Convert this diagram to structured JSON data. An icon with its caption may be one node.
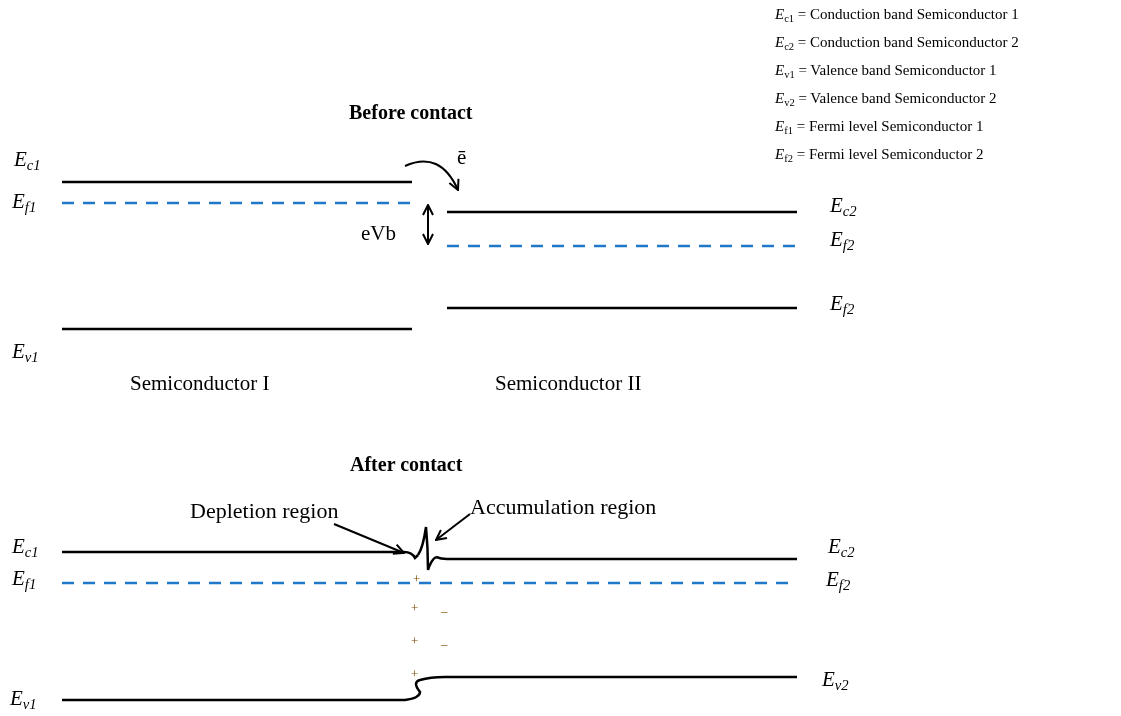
{
  "diagram": {
    "nodes": [
      {
        "text": [
          "Depletion region"
        ]
      },
      {
        "text": [
          "Accumulation region"
        ]
      },
      {
        "text": [],
        "shape": "curve"
      },
      {
        "text": [],
        "shape": "curve"
      }
    ],
    "edges": [
      {
        "from": 0,
        "to": 2,
        "arrow": "to"
      },
      {
        "from": 1,
        "to": 3,
        "arrow": "to"
      }
    ],
    "labels": [
      "*E*$_{c1}$ = Conduction band Semiconductor 1",
      "*E*$_{c2}$ = Conduction band Semiconductor 2",
      "*E*$_{v1}$ = Valence band Semiconductor 1",
      "*E*$_{v2}$ = Valence band Semiconductor 2",
      "*E*$_{f1}$ = Fermi level Semiconductor 1",
      "*E*$_{f2}$ = Fermi level Semiconductor 2",
      "Before contact",
      "E$_{c1}$",
      "ē",
      "E$_{f1}$",
      "E$_{c2}$",
      "eVb",
      "E$_{f2}$",
      "E$_{v1}$",
      "E$_{f2}$",
      "Semiconductor I",
      "Semiconductor II",
      "After contact",
      "E$_{c1}$",
      "E$_{c2}$",
      "E$_{f1}$",
      "+",
      "E$_{f2}$",
      "+",
      "–",
      "+",
      "–",
      "+",
      "E$_{v2}$",
      "E$_{v1}$"
    ]
  }
}
